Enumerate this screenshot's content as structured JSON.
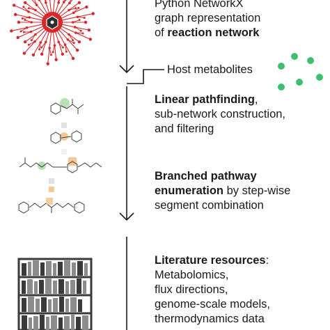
{
  "colors": {
    "network_red": "#d8262b",
    "hub_dark": "#2e2e2e",
    "metabolite_green": "#3dbf72",
    "flow_line": "#1a1a1a",
    "highlight_green": "#a9dca9",
    "highlight_orange": "#f2c189",
    "shelf_dark": "#3a3a3a",
    "book_gray": "#8c8c8c"
  },
  "steps": [
    {
      "lines": [
        [
          {
            "text": "Python NetworkX",
            "bold": false
          }
        ],
        [
          {
            "text": "graph representation",
            "bold": false
          }
        ],
        [
          {
            "text": "of ",
            "bold": false
          },
          {
            "text": "reaction network",
            "bold": true
          }
        ]
      ]
    },
    {
      "lines": [
        [
          {
            "text": "Linear pathfinding",
            "bold": true
          },
          {
            "text": ",",
            "bold": false
          }
        ],
        [
          {
            "text": "sub-network construction,",
            "bold": false
          }
        ],
        [
          {
            "text": "and filtering",
            "bold": false
          }
        ]
      ]
    },
    {
      "lines": [
        [
          {
            "text": "Branched pathway",
            "bold": true
          }
        ],
        [
          {
            "text": "enumeration",
            "bold": true
          },
          {
            "text": " by step-wise",
            "bold": false
          }
        ],
        [
          {
            "text": "segment combination",
            "bold": false
          }
        ]
      ]
    },
    {
      "lines": [
        [
          {
            "text": "Literature resources",
            "bold": true
          },
          {
            "text": ":",
            "bold": false
          }
        ],
        [
          {
            "text": "Metabolomics,",
            "bold": false
          }
        ],
        [
          {
            "text": "flux directions,",
            "bold": false
          }
        ],
        [
          {
            "text": "genome-scale models,",
            "bold": false
          }
        ],
        [
          {
            "text": "thermodynamics data",
            "bold": false
          }
        ]
      ]
    }
  ],
  "host_label": "Host metabolites",
  "icons": {
    "network": "network-graph-icon",
    "metabolites": "metabolite-dots-icon",
    "molecules": "chemical-structure-icon",
    "library": "bookshelf-icon"
  }
}
